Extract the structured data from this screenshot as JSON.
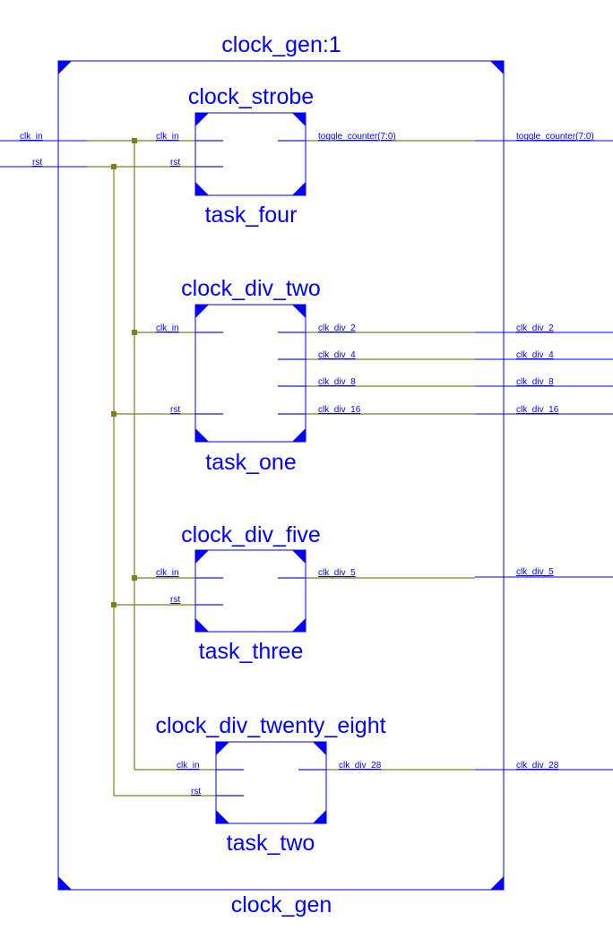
{
  "top": {
    "instance": "clock_gen:1",
    "module": "clock_gen",
    "inputs": [
      "clk_in",
      "rst"
    ],
    "outputs": [
      "toggle_counter(7:0)",
      "clk_div_2",
      "clk_div_4",
      "clk_div_8",
      "clk_div_16",
      "clk_div_5",
      "clk_div_28"
    ]
  },
  "blocks": [
    {
      "module": "clock_strobe",
      "instance": "task_four",
      "inputs": [
        "clk_in",
        "rst"
      ],
      "outputs": [
        "toggle_counter(7:0)"
      ]
    },
    {
      "module": "clock_div_two",
      "instance": "task_one",
      "inputs": [
        "clk_in",
        "rst"
      ],
      "outputs": [
        "clk_div_2",
        "clk_div_4",
        "clk_div_8",
        "clk_div_16"
      ]
    },
    {
      "module": "clock_div_five",
      "instance": "task_three",
      "inputs": [
        "clk_in",
        "rst"
      ],
      "outputs": [
        "clk_div_5"
      ]
    },
    {
      "module": "clock_div_twenty_eight",
      "instance": "task_two",
      "inputs": [
        "clk_in",
        "rst"
      ],
      "outputs": [
        "clk_div_28"
      ]
    }
  ],
  "colors": {
    "symbol": "#0000ff",
    "wire": "#7f7f20"
  }
}
